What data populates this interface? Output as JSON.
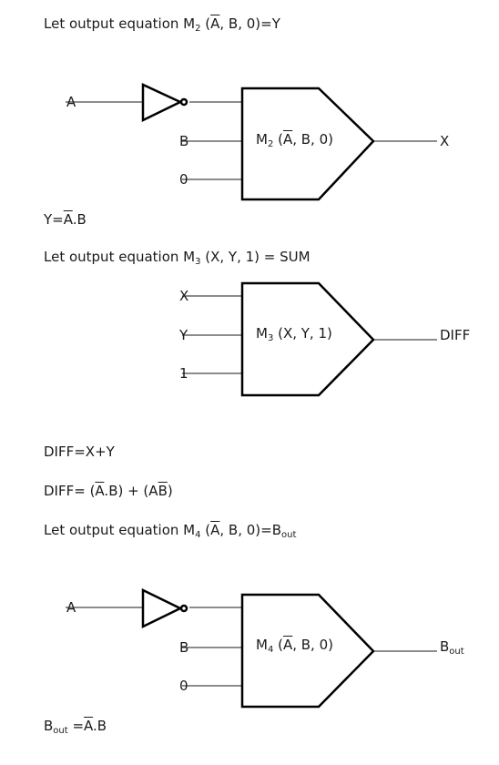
{
  "text": {
    "line1": {
      "prefix": "Let output equation M",
      "sub": "2",
      "args_pre": " (",
      "args_ov": "A",
      "args_post": ", B, 0)=Y"
    },
    "eq_y": {
      "pre": "Y=",
      "ov": "A",
      "post": ".B"
    },
    "line2": {
      "prefix": "Let output equation M",
      "sub": "3",
      "suffix": " (X, Y, 1) = SUM"
    },
    "diff1": "DIFF=X+Y",
    "diff2": {
      "a": "DIFF= (",
      "b": "A",
      "c": ".B) + (A",
      "d": "B",
      "e": ")"
    },
    "line3": {
      "prefix": "Let output equation M",
      "sub": "4",
      "args_pre": " (",
      "args_ov": "A",
      "args_post": ", B, 0)=B",
      "out_sub": "out"
    },
    "eq_bout": {
      "pre": "B",
      "sub": "out",
      "mid": " =",
      "ov": "A",
      "post": ".B"
    }
  },
  "diagram1": {
    "input_a": "A",
    "input_b": "B",
    "input_c": "0",
    "gate": {
      "prefix": "M",
      "sub": "2",
      "pre": " (",
      "ov": "A",
      "post": ", B, 0)"
    },
    "output": "X"
  },
  "diagram2": {
    "input_a": "X",
    "input_b": "Y",
    "input_c": "1",
    "gate": {
      "prefix": "M",
      "sub": "3",
      "suffix": " (X, Y, 1)"
    },
    "output": "DIFF"
  },
  "diagram3": {
    "input_a": "A",
    "input_b": "B",
    "input_c": "0",
    "gate": {
      "prefix": "M",
      "sub": "4",
      "pre": " (",
      "ov": "A",
      "post": ", B, 0)"
    },
    "output": "B",
    "output_sub": "out"
  }
}
